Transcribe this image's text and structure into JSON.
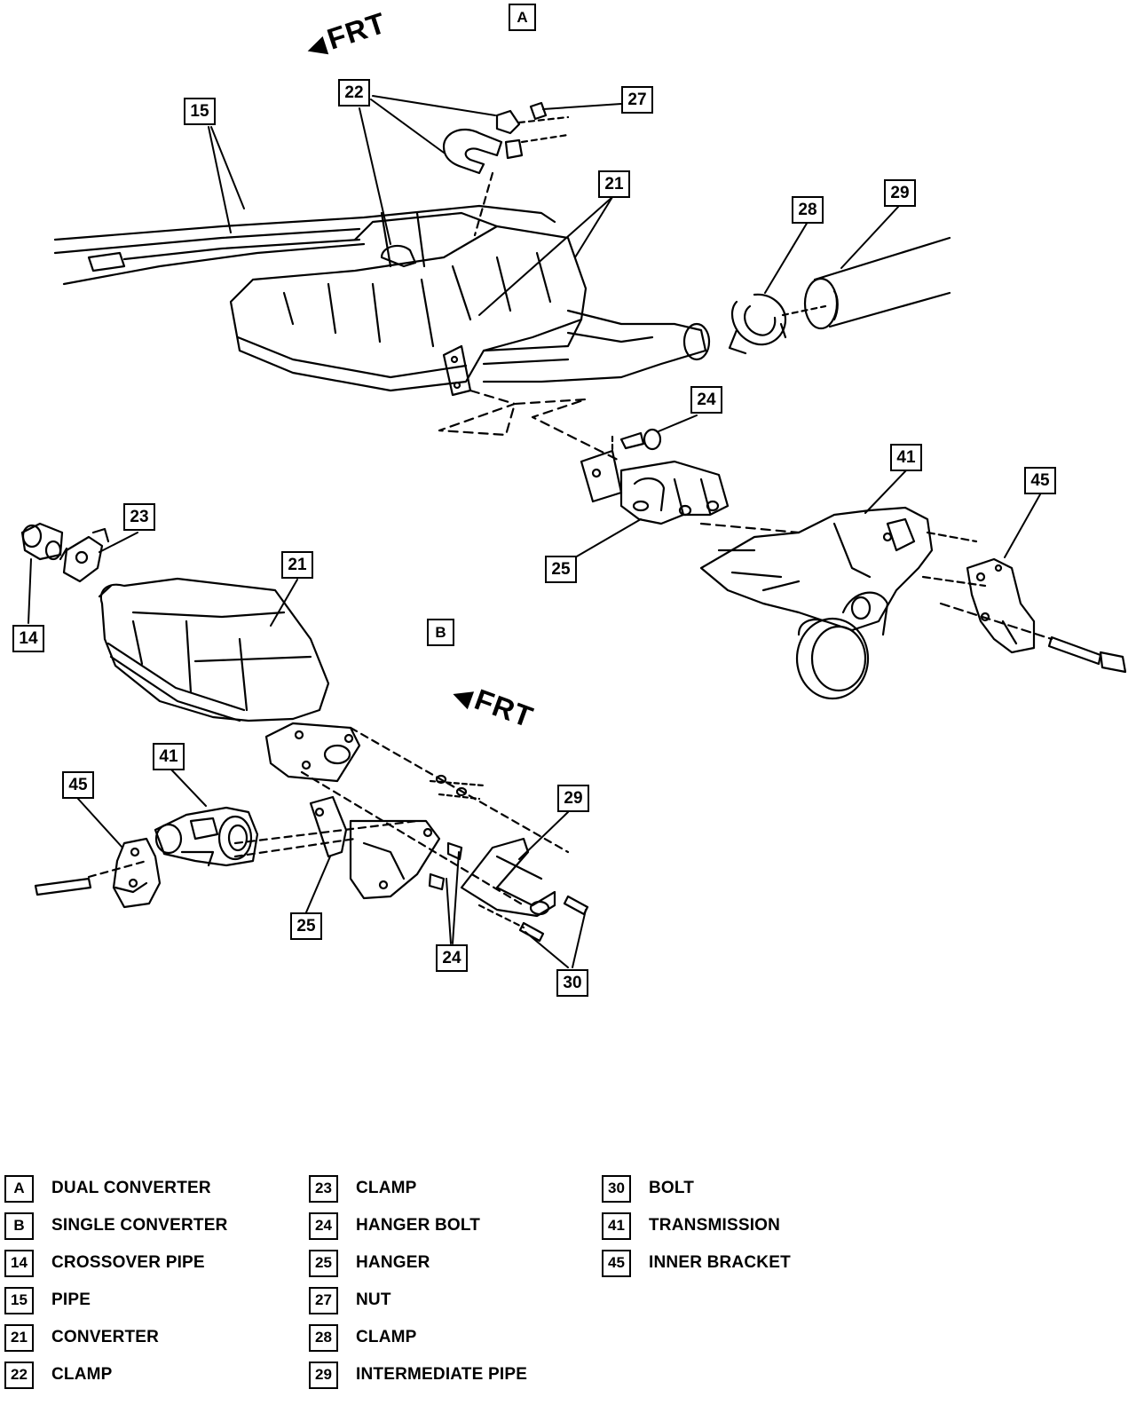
{
  "diagram": {
    "frt_label": "FRT",
    "sections": {
      "a": "A",
      "b": "B"
    },
    "callouts_a": {
      "c15": "15",
      "c22": "22",
      "c27": "27",
      "c21": "21",
      "c28": "28",
      "c29": "29",
      "c24": "24",
      "c41": "41",
      "c45": "45",
      "c25": "25"
    },
    "callouts_b": {
      "c23": "23",
      "c21": "21",
      "c14": "14",
      "c41": "41",
      "c45": "45",
      "c29": "29",
      "c25": "25",
      "c24": "24",
      "c30": "30"
    }
  },
  "legend": [
    {
      "key": "A",
      "label": "DUAL CONVERTER"
    },
    {
      "key": "B",
      "label": "SINGLE CONVERTER"
    },
    {
      "key": "14",
      "label": "CROSSOVER PIPE"
    },
    {
      "key": "15",
      "label": "PIPE"
    },
    {
      "key": "21",
      "label": "CONVERTER"
    },
    {
      "key": "22",
      "label": "CLAMP"
    },
    {
      "key": "23",
      "label": "CLAMP"
    },
    {
      "key": "24",
      "label": "HANGER BOLT"
    },
    {
      "key": "25",
      "label": "HANGER"
    },
    {
      "key": "27",
      "label": "NUT"
    },
    {
      "key": "28",
      "label": "CLAMP"
    },
    {
      "key": "29",
      "label": "INTERMEDIATE PIPE"
    },
    {
      "key": "30",
      "label": "BOLT"
    },
    {
      "key": "41",
      "label": "TRANSMISSION"
    },
    {
      "key": "45",
      "label": "INNER BRACKET"
    }
  ]
}
